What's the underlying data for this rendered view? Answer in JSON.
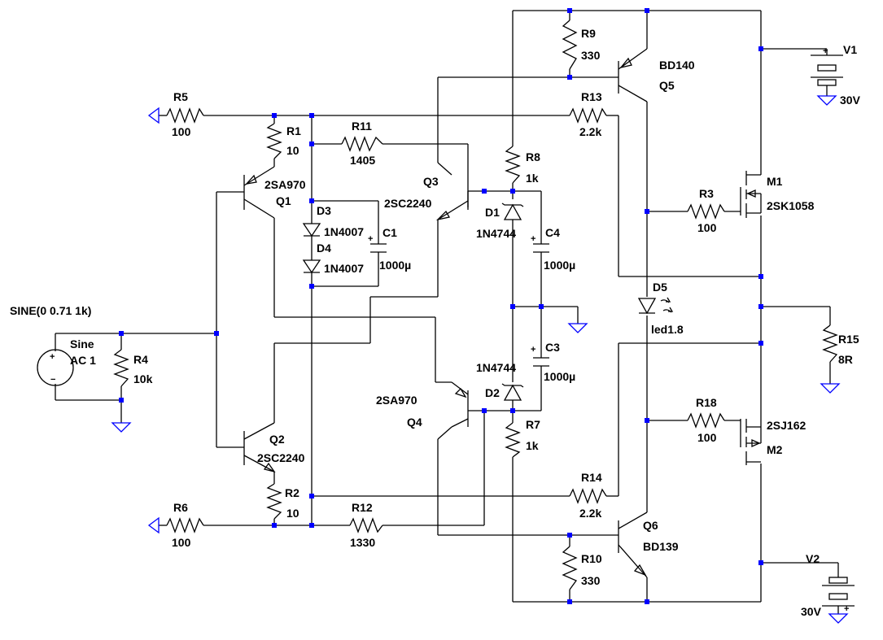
{
  "labels": {
    "R1": [
      "R1",
      "10"
    ],
    "R2": [
      "R2",
      "10"
    ],
    "R3": [
      "R3",
      "100"
    ],
    "R4": [
      "R4",
      "10k"
    ],
    "R5": [
      "R5",
      "100"
    ],
    "R6": [
      "R6",
      "100"
    ],
    "R7": [
      "R7",
      "1k"
    ],
    "R8": [
      "R8",
      "1k"
    ],
    "R9": [
      "R9",
      "330"
    ],
    "R10": [
      "R10",
      "330"
    ],
    "R11": [
      "R11",
      "1405"
    ],
    "R12": [
      "R12",
      "1330"
    ],
    "R13": [
      "R13",
      "2.2k"
    ],
    "R14": [
      "R14",
      "2.2k"
    ],
    "R15": [
      "R15",
      "8R"
    ],
    "R18": [
      "R18",
      "100"
    ],
    "C1": [
      "C1",
      "1000µ"
    ],
    "C3": [
      "C3",
      "1000µ"
    ],
    "C4": [
      "C4",
      "1000µ"
    ],
    "D1": [
      "D1",
      "1N4744"
    ],
    "D2": [
      "D2",
      "1N4744"
    ],
    "D3": [
      "D3",
      "1N4007"
    ],
    "D4": [
      "D4",
      "1N4007"
    ],
    "D5": [
      "D5",
      "led1.8"
    ],
    "Q1": [
      "2SA970",
      "Q1"
    ],
    "Q2": [
      "Q2",
      "2SC2240"
    ],
    "Q3": [
      "Q3",
      "2SC2240"
    ],
    "Q4": [
      "2SA970",
      "Q4"
    ],
    "Q5": [
      "BD140",
      "Q5"
    ],
    "Q6": [
      "Q6",
      "BD139"
    ],
    "M1": [
      "M1",
      "2SK1058"
    ],
    "M2": [
      "2SJ162",
      "M2"
    ],
    "V1": [
      "V1",
      "30V"
    ],
    "V2": [
      "V2",
      "30V"
    ],
    "source": [
      "SINE(0 0.71 1k)",
      "Sine",
      "AC 1"
    ]
  },
  "symbols": {
    "plus": "+",
    "minus": "−"
  }
}
